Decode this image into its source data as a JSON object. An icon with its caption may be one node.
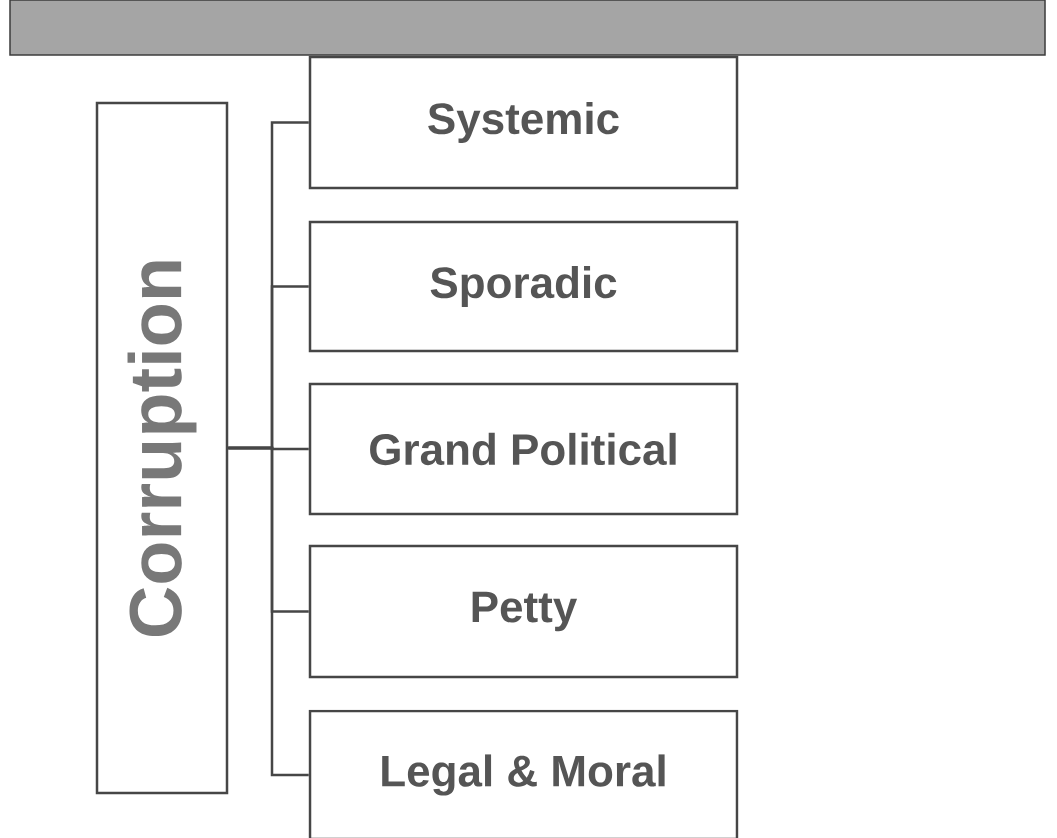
{
  "diagram": {
    "nodes": [
      {
        "text": [
          "Corruption"
        ]
      },
      {
        "text": [
          "Systemic"
        ]
      },
      {
        "text": [
          "Sporadic"
        ]
      },
      {
        "text": [
          "Grand Political"
        ]
      },
      {
        "text": [
          "Petty"
        ]
      },
      {
        "text": [
          "Legal & Moral"
        ]
      }
    ],
    "edges": [
      {
        "from": 0,
        "to": 1,
        "arrow": "none"
      },
      {
        "from": 0,
        "to": 2,
        "arrow": "none"
      },
      {
        "from": 0,
        "to": 3,
        "arrow": "none"
      },
      {
        "from": 0,
        "to": 4,
        "arrow": "none"
      },
      {
        "from": 0,
        "to": 5,
        "arrow": "none"
      }
    ]
  }
}
